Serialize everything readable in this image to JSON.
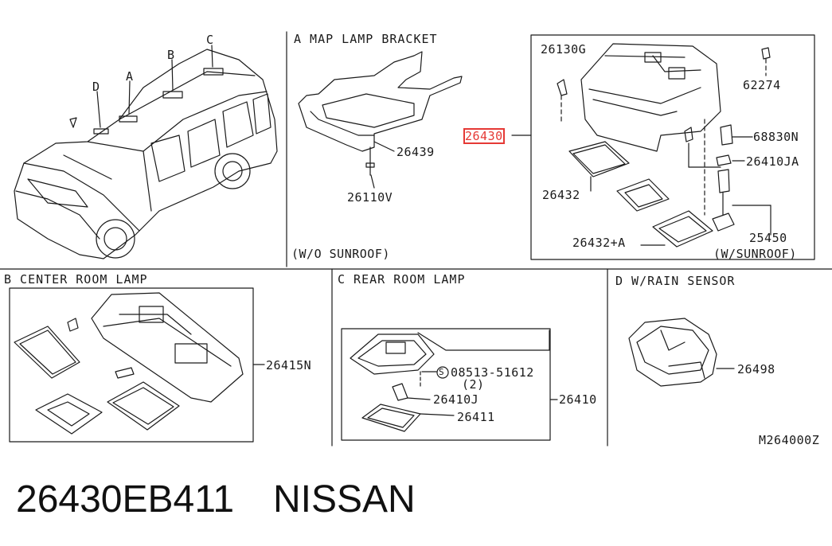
{
  "sections": {
    "a_title": "A  MAP LAMP BRACKET",
    "b_title": "B CENTER ROOM LAMP",
    "c_title": "C REAR ROOM LAMP",
    "d_title": "D W/RAIN SENSOR"
  },
  "vehicle_labels": [
    "A",
    "B",
    "C",
    "D"
  ],
  "parts": {
    "p26439": "26439",
    "p26110v": "26110V",
    "p26430": "26430",
    "p26130g": "26130G",
    "p62274": "62274",
    "p68830n": "68830N",
    "p26410ja": "26410JA",
    "p26432": "26432",
    "p25450": "25450",
    "p26432a": "26432+A",
    "p26415n": "26415N",
    "p08513": "08513-51612",
    "p08513_qty": "(2)",
    "screw_symbol": "S",
    "p26410j": "26410J",
    "p26410": "26410",
    "p26411": "26411",
    "p26498": "26498"
  },
  "notes": {
    "wo_sunroof": "(W/O SUNROOF)",
    "w_sunroof": "(W/SUNROOF)",
    "diagram_code": "M264000Z"
  },
  "footer": {
    "part_number": "26430EB411",
    "brand": "NISSAN"
  },
  "highlight_color": "#e53935"
}
